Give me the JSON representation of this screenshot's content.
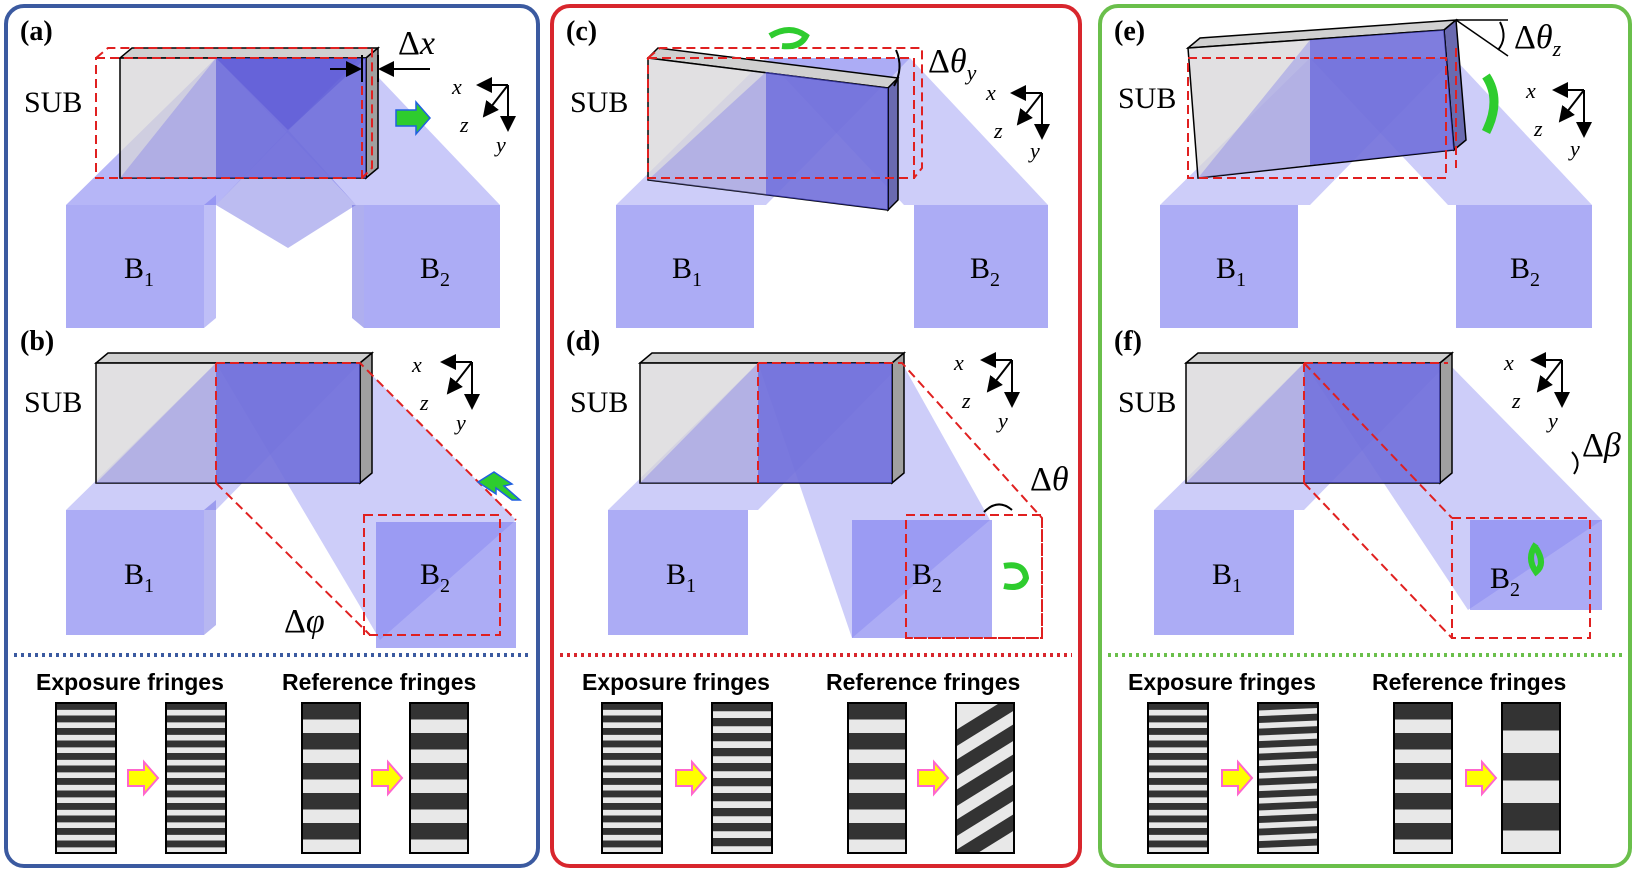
{
  "panels": {
    "a": {
      "label": "(a)",
      "var": "x"
    },
    "b": {
      "label": "(b)",
      "var": "φ"
    },
    "c": {
      "label": "(c)",
      "var": "θ",
      "var_sub": "y"
    },
    "d": {
      "label": "(d)",
      "var": "θ"
    },
    "e": {
      "label": "(e)",
      "var": "θ",
      "var_sub": "z"
    },
    "f": {
      "label": "(f)",
      "var": "β"
    }
  },
  "labels": {
    "sub": "SUB",
    "b_letter": "B",
    "sub_1": "1",
    "sub_2": "2",
    "axis_x": "x",
    "axis_y": "y",
    "axis_z": "z",
    "delta": "Δ"
  },
  "fringes": {
    "exposure_title": "Exposure fringes",
    "reference_title": "Reference fringes"
  },
  "colors": {
    "frame_blue": "#3b5aa0",
    "frame_red": "#d8262d",
    "frame_green": "#6abf4b",
    "beam": "#7070ee",
    "fringe_dark": "#333333",
    "fringe_light": "#e8e8e8",
    "arrow_fill": "#ffff00",
    "arrow_stroke": "#ff66cc"
  }
}
